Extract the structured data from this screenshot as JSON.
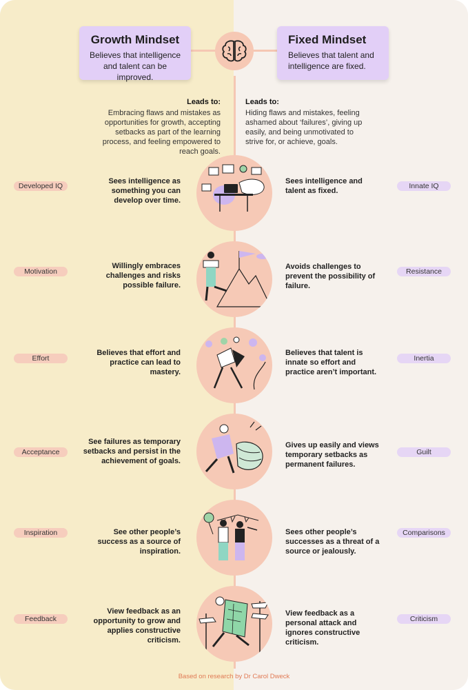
{
  "growth": {
    "title": "Growth Mindset",
    "subtitle": "Believes that intelligence and talent can be improved.",
    "leads_label": "Leads to:",
    "leads_text": "Embracing flaws and mistakes as opportunities for growth, accepting setbacks as part of the learning process, and feeling empowered to reach goals."
  },
  "fixed": {
    "title": "Fixed Mindset",
    "subtitle": "Believes that talent and intelligence are fixed.",
    "leads_label": "Leads to:",
    "leads_text": "Hiding flaws and mistakes, feeling ashamed about ‘failures’, giving up easily, and being unmotivated to strive for, or achieve, goals."
  },
  "rows": [
    {
      "growth_tag": "Developed IQ",
      "growth_text": "Sees intelligence as something you can develop over time.",
      "fixed_text": "Sees intelligence and talent as fixed.",
      "fixed_tag": "Innate IQ",
      "illustration": "workspace-illustration"
    },
    {
      "growth_tag": "Motivation",
      "growth_text": "Willingly embraces challenges and risks possible failure.",
      "fixed_text": "Avoids challenges to prevent the possibility of failure.",
      "fixed_tag": "Resistance",
      "illustration": "mountain-climber-illustration"
    },
    {
      "growth_tag": "Effort",
      "growth_text": "Believes that effort and practice can lead to mastery.",
      "fixed_text": "Believes that talent is innate so effort and practice aren’t important.",
      "fixed_tag": "Inertia",
      "illustration": "practice-illustration"
    },
    {
      "growth_tag": "Acceptance",
      "growth_text": "See failures as temporary setbacks and persist in the achievement of goals.",
      "fixed_text": "Gives up easily and views temporary setbacks as permanent failures.",
      "fixed_tag": "Guilt",
      "illustration": "pushing-boulder-illustration"
    },
    {
      "growth_tag": "Inspiration",
      "growth_text": "See other people’s success as a source of inspiration.",
      "fixed_text": "Sees other people’s successes as a threat of a source or jealously.",
      "fixed_tag": "Comparisons",
      "illustration": "celebration-illustration"
    },
    {
      "growth_tag": "Feedback",
      "growth_text": "View feedback as an opportunity to grow and applies constructive criticism.",
      "fixed_text": "View feedback as a personal attack and ignores constructive criticism.",
      "fixed_tag": "Criticism",
      "illustration": "map-signpost-illustration"
    }
  ],
  "footer": "Based on research  by Dr Carol Dweck",
  "colors": {
    "growth_bg": "#f7ecc9",
    "fixed_bg": "#f6f1ec",
    "header_box": "#e2cff7",
    "circle": "#f6c9b6",
    "growth_pill": "#f6cdbd",
    "fixed_pill": "#e6d6f5",
    "footer_text": "#e07a55"
  },
  "icons": {
    "center": "brain-icon"
  }
}
